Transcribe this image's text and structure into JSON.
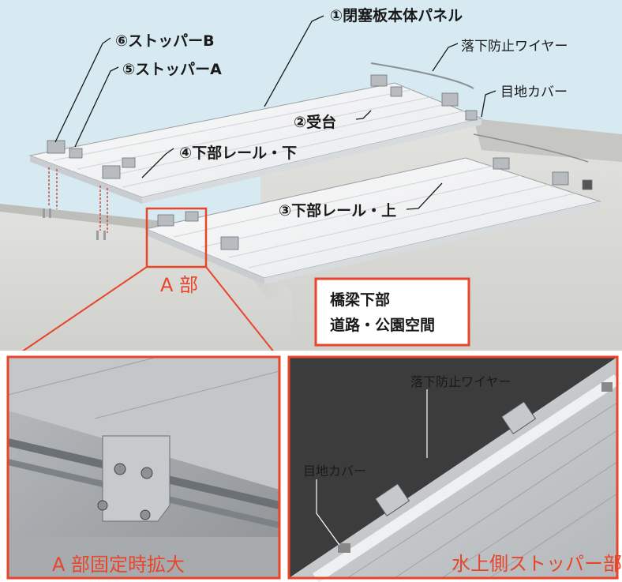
{
  "labels": {
    "panel_body": "①閉塞板本体パネル",
    "support": "②受台",
    "lower_rail_upper": "③下部レール・上",
    "lower_rail_lower": "④下部レール・下",
    "stopper_a": "⑤ストッパーA",
    "stopper_b": "⑥ストッパーB",
    "fall_wire": "落下防止ワイヤー",
    "joint_cover": "目地カバー",
    "part_a": "A 部"
  },
  "info_box": {
    "line1": "橋梁下部",
    "line2": "道路・公園空間"
  },
  "detail_left": {
    "caption": "A 部固定時拡大"
  },
  "detail_right": {
    "caption": "水上側ストッパー部",
    "fall_wire": "落下防止ワイヤー",
    "joint_cover": "目地カバー"
  },
  "colors": {
    "sky": "#d7eaf1",
    "concrete": "#d9d9d6",
    "accent_red": "#e8452b",
    "panel": "#f4f5f6",
    "dark_bg": "#3c3c3c"
  }
}
